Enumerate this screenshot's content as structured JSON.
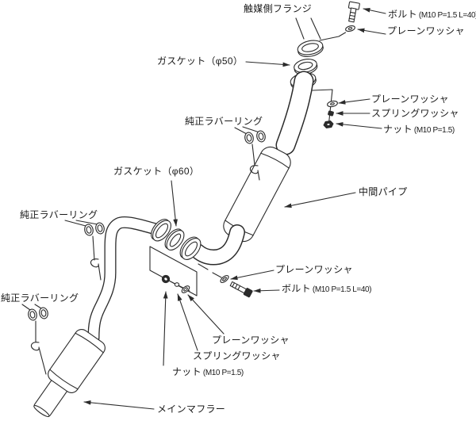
{
  "diagram": {
    "kind": "exhaust-system-exploded-parts-diagram",
    "background": "#ffffff",
    "line_color": "#2b2b2b",
    "labels": {
      "catalyst_flange": {
        "text": "触媒側フランジ"
      },
      "bolt_top": {
        "text": "ボルト",
        "spec": "(M10 P=1.5 L=40)"
      },
      "plain_washer_top": {
        "text": "プレーンワッシャ"
      },
      "gasket_phi50": {
        "text": "ガスケット（φ50）"
      },
      "plain_washer_mid": {
        "text": "プレーンワッシャ"
      },
      "spring_washer_mid": {
        "text": "スプリングワッシャ"
      },
      "nut_mid": {
        "text": "ナット",
        "spec": "(M10 P=1.5)"
      },
      "oem_rubber_ring_1": {
        "text": "純正ラバーリング"
      },
      "gasket_phi60": {
        "text": "ガスケット（φ60）"
      },
      "center_pipe": {
        "text": "中間パイプ"
      },
      "oem_rubber_ring_2": {
        "text": "純正ラバーリング"
      },
      "plain_washer_joint": {
        "text": "プレーンワッシャ"
      },
      "bolt_joint": {
        "text": "ボルト",
        "spec": "(M10 P=1.5 L=40)"
      },
      "oem_rubber_ring_3": {
        "text": "純正ラバーリング"
      },
      "plain_washer_plate": {
        "text": "プレーンワッシャ"
      },
      "spring_washer_plate": {
        "text": "スプリングワッシャ"
      },
      "nut_plate": {
        "text": "ナット",
        "spec": "(M10 P=1.5)"
      },
      "main_muffler": {
        "text": "メインマフラー"
      }
    }
  }
}
